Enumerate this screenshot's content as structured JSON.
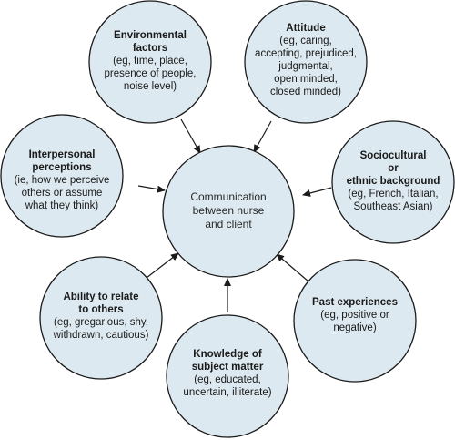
{
  "center": {
    "lines": [
      "Communication",
      "between nurse",
      "and client"
    ]
  },
  "nodes": [
    {
      "id": "environmental-factors",
      "title": [
        "Environmental",
        "factors"
      ],
      "detail": [
        "(eg, time, place,",
        "presence of people,",
        "noise level)"
      ]
    },
    {
      "id": "attitude",
      "title": [
        "Attitude"
      ],
      "detail": [
        "(eg, caring,",
        "accepting, prejudiced,",
        "judgmental,",
        "open minded,",
        "closed minded)"
      ]
    },
    {
      "id": "interpersonal-perceptions",
      "title": [
        "Interpersonal",
        "perceptions"
      ],
      "detail": [
        "(ie, how we perceive",
        "others or assume",
        "what they think)"
      ]
    },
    {
      "id": "sociocultural-background",
      "title": [
        "Sociocultural",
        "or",
        "ethnic background"
      ],
      "detail": [
        "(eg, French, Italian,",
        "Southeast Asian)"
      ]
    },
    {
      "id": "ability-to-relate",
      "title": [
        "Ability to relate",
        "to others"
      ],
      "detail": [
        "(eg, gregarious, shy,",
        "withdrawn, cautious)"
      ]
    },
    {
      "id": "past-experiences",
      "title": [
        "Past experiences"
      ],
      "detail": [
        "(eg, positive or",
        "negative)"
      ]
    },
    {
      "id": "knowledge-of-subject-matter",
      "title": [
        "Knowledge of",
        "subject matter"
      ],
      "detail": [
        "(eg, educated,",
        "uncertain, illiterate)"
      ]
    }
  ]
}
